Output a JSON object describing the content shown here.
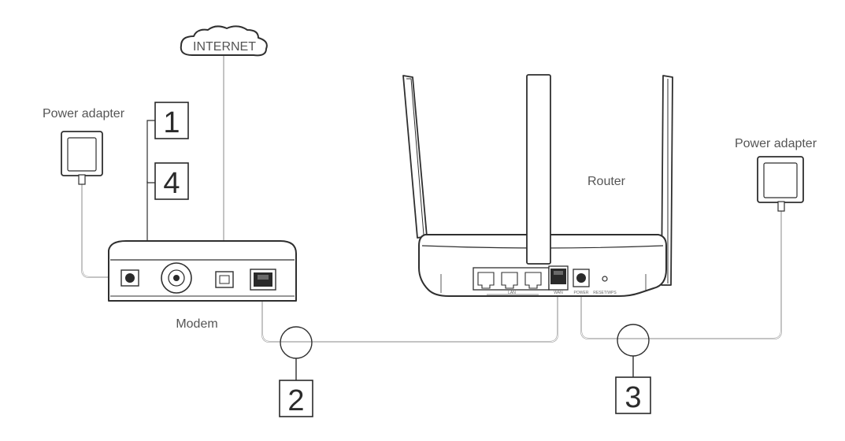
{
  "labels": {
    "internet": "INTERNET",
    "power_adapter_left": "Power adapter",
    "power_adapter_right": "Power adapter",
    "router": "Router",
    "modem": "Modem"
  },
  "steps": {
    "step1": "1",
    "step2": "2",
    "step3": "3",
    "step4": "4"
  },
  "router_ports": {
    "lan": "LAN",
    "wan": "WAN",
    "power": "POWER",
    "reset": "RESET/WPS"
  }
}
